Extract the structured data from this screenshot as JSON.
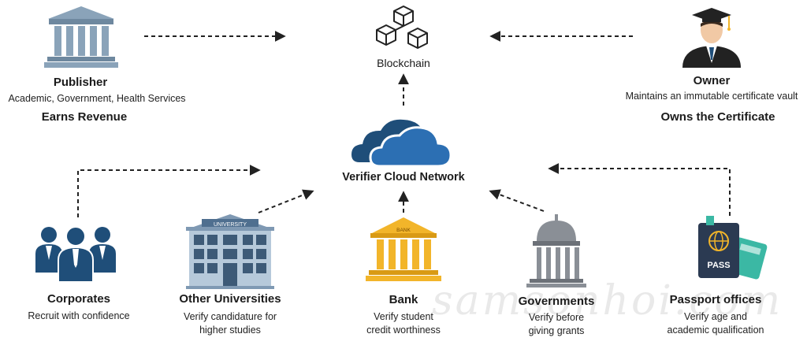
{
  "blockchain": {
    "label": "Blockchain"
  },
  "publisher": {
    "title": "Publisher",
    "subtitle": "Academic, Government,  Health Services",
    "note": "Earns Revenue"
  },
  "owner": {
    "title": "Owner",
    "subtitle": "Maintains an immutable certificate vault",
    "note": "Owns the Certificate"
  },
  "network": {
    "label": "Verifier Cloud Network"
  },
  "corporates": {
    "title": "Corporates",
    "line1": "Recruit with confidence"
  },
  "universities": {
    "title": "Other Universities",
    "line1": "Verify candidature for",
    "line2": "higher studies",
    "sign": "UNIVERSITY"
  },
  "bank": {
    "title": "Bank",
    "line1": "Verify student",
    "line2": "credit worthiness",
    "sign": "BANK"
  },
  "governments": {
    "title": "Governments",
    "line1": "Verify before",
    "line2": "giving grants"
  },
  "passport": {
    "title": "Passport offices",
    "line1": "Verify age and",
    "line2": "academic qualification",
    "cover": "PASS"
  },
  "watermark": {
    "text": "samsonhoi.com"
  },
  "colors": {
    "navy": "#1f4e79",
    "blue": "#2c6fb3",
    "steel": "#7f99b3",
    "gray": "#8a8f96",
    "gold": "#f2b52a",
    "dark": "#222222"
  }
}
